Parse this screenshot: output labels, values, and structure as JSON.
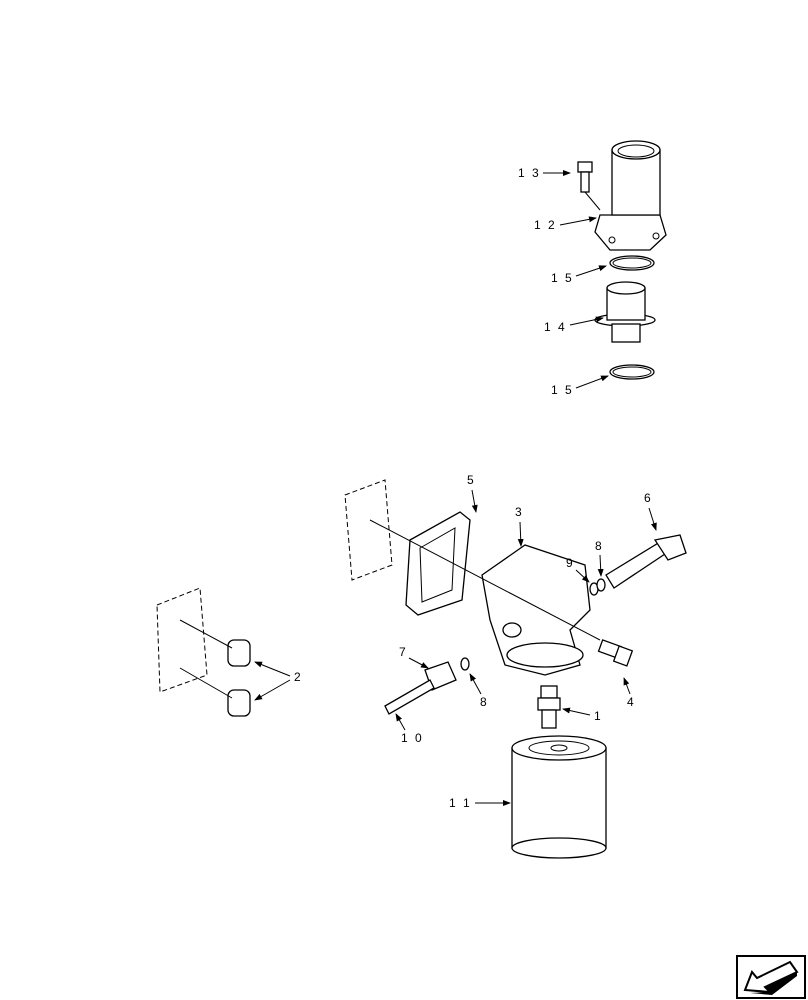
{
  "callouts": [
    {
      "id": "13",
      "text": "1 3"
    },
    {
      "id": "12",
      "text": "1 2"
    },
    {
      "id": "15a",
      "text": "1 5"
    },
    {
      "id": "14",
      "text": "1 4"
    },
    {
      "id": "15b",
      "text": "1 5"
    },
    {
      "id": "5",
      "text": "5"
    },
    {
      "id": "6",
      "text": "6"
    },
    {
      "id": "3",
      "text": "3"
    },
    {
      "id": "9",
      "text": "9"
    },
    {
      "id": "8a",
      "text": "8"
    },
    {
      "id": "7",
      "text": "7"
    },
    {
      "id": "8b",
      "text": "8"
    },
    {
      "id": "2",
      "text": "2"
    },
    {
      "id": "1",
      "text": "1"
    },
    {
      "id": "4",
      "text": "4"
    },
    {
      "id": "10",
      "text": "1 0"
    },
    {
      "id": "11",
      "text": "1 1"
    }
  ],
  "nav_icon": "previous-page-arrow-icon"
}
